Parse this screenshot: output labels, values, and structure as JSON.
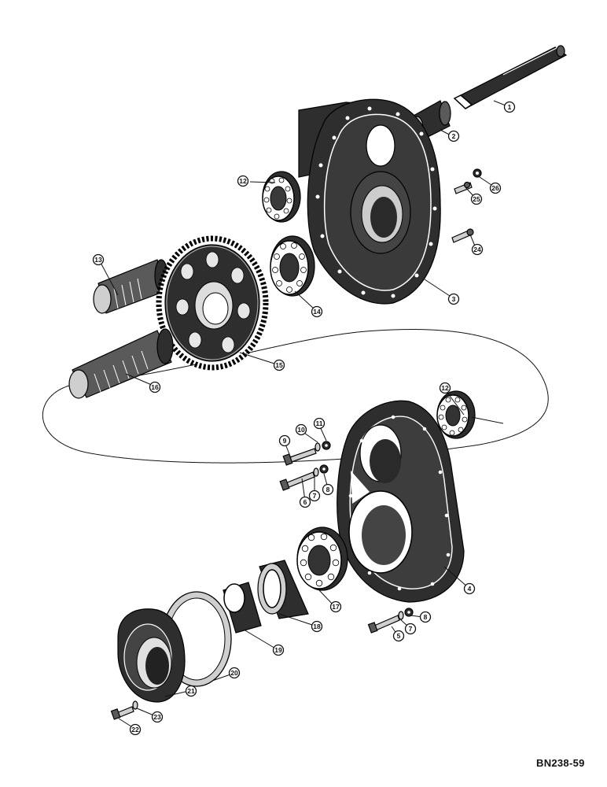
{
  "document_code": "BN238-59",
  "callouts": [
    "1",
    "2",
    "3",
    "4",
    "5",
    "6",
    "7",
    "8",
    "9",
    "10",
    "11",
    "12",
    "12",
    "13",
    "14",
    "15",
    "16",
    "17",
    "18",
    "19",
    "20",
    "21",
    "22",
    "23",
    "24",
    "25",
    "26"
  ],
  "colors": {
    "ink": "#111111",
    "shade": "#2e2e2e",
    "paper": "#ffffff"
  }
}
